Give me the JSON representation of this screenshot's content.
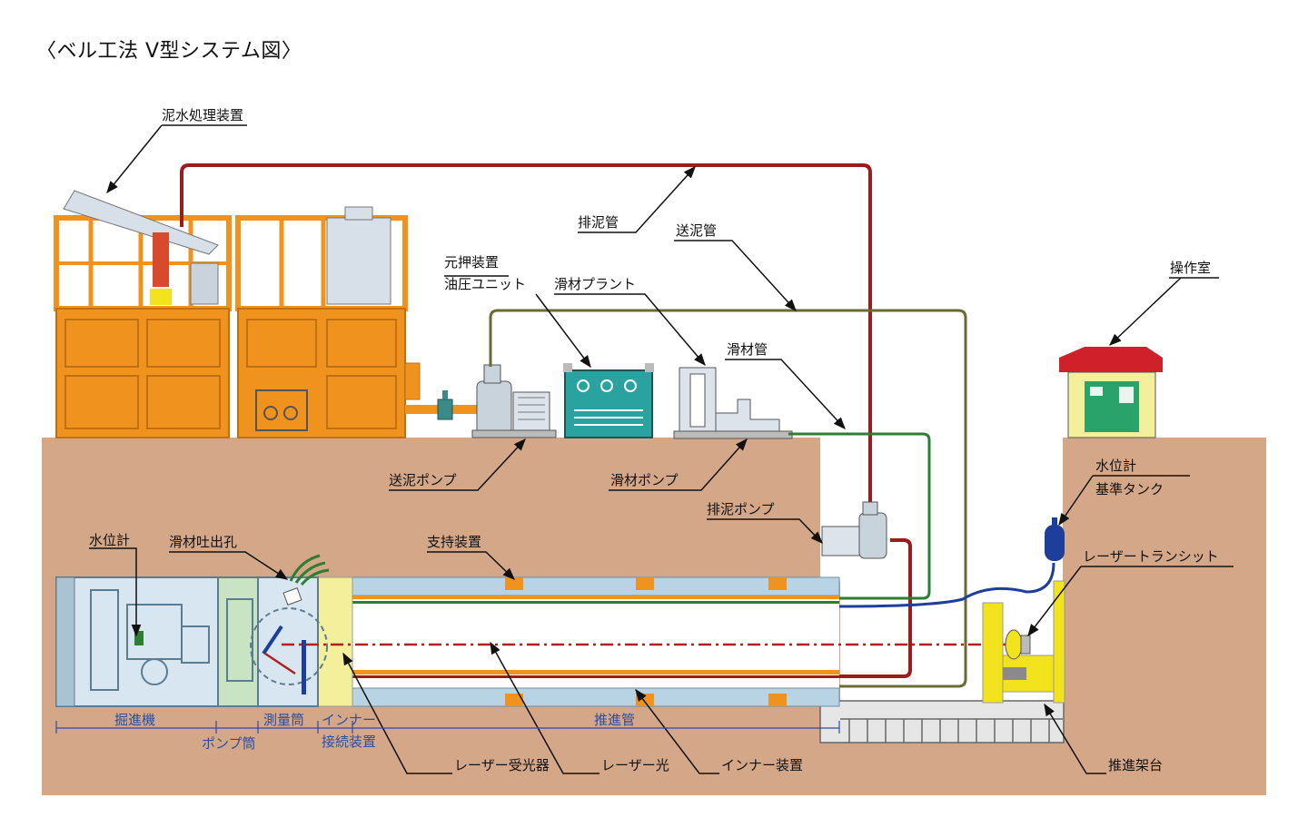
{
  "title": "〈ベル工法 V型システム図〉",
  "labels": {
    "mud_treatment": "泥水処理装置",
    "discharge_pipe": "排泥管",
    "feed_pipe": "送泥管",
    "main_jack_1": "元押装置",
    "main_jack_2": "油圧ユニット",
    "lubricant_plant": "滑材プラント",
    "lubricant_pipe": "滑材管",
    "control_room": "操作室",
    "feed_pump": "送泥ポンプ",
    "lubricant_pump": "滑材ポンプ",
    "discharge_pump": "排泥ポンプ",
    "water_level_right": "水位計",
    "reference_tank": "基準タンク",
    "laser_transit": "レーザートランシット",
    "water_level_left": "水位計",
    "lubricant_outlet": "滑材吐出孔",
    "support_device": "支持装置",
    "excavator": "掘進機",
    "pump_tube": "ポンプ筒",
    "survey_tube": "測量筒",
    "inner_connect_1": "インナー",
    "inner_connect_2": "接続装置",
    "jacking_pipe": "推進管",
    "laser_receiver": "レーザー受光器",
    "laser_beam": "レーザー光",
    "inner_device": "インナー装置",
    "jacking_base": "推進架台"
  },
  "colors": {
    "ground": "#d4a789",
    "mud_plant": "#f0931e",
    "discharge_line": "#9a1c1c",
    "feed_line": "#6b6a32",
    "lubricant_line": "#2d7d32",
    "water_line": "#1d3e9a",
    "pipe_blue": "#b8d4e4",
    "laser": "#b02020"
  }
}
